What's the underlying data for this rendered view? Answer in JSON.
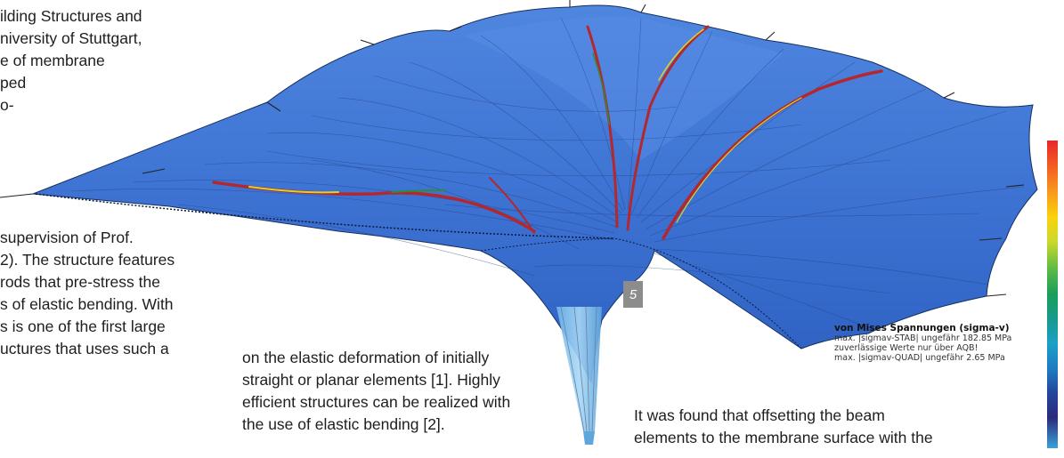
{
  "text": {
    "left_top": [
      "ilding Structures and",
      "niversity of Stuttgart,",
      "e of membrane",
      "ped",
      "o-"
    ],
    "left_bottom": [
      "supervision of Prof.",
      "2). The structure features",
      "rods that pre-stress the",
      "s of elastic bending. With",
      "s is one of the first large",
      "uctures that uses such a"
    ],
    "middle": [
      "on the elastic deformation of initially",
      "straight or planar elements [1]. Highly",
      "efficient structures can be realized with",
      "the use of elastic bending [2]."
    ],
    "right": [
      "It was found that offsetting the beam",
      "elements to the membrane surface with the"
    ]
  },
  "figure": {
    "number": "5",
    "legend": {
      "title": "von Mises Spannungen (sigma-v)",
      "lines": [
        "max. |sigmav-STAB| ungefähr 182.85 MPa",
        "zuverlässige Werte nur über AQB!",
        "max. |sigmav-QUAD| ungefähr 2.65 MPa"
      ]
    },
    "colors": {
      "membrane": "#3a6fd0",
      "membrane_light": "#5a8fe6",
      "mesh": "#1d3f80",
      "rod_red": "#b3282e",
      "rod_yellow": "#d9d42a",
      "rod_green": "#2e8b3a"
    }
  }
}
